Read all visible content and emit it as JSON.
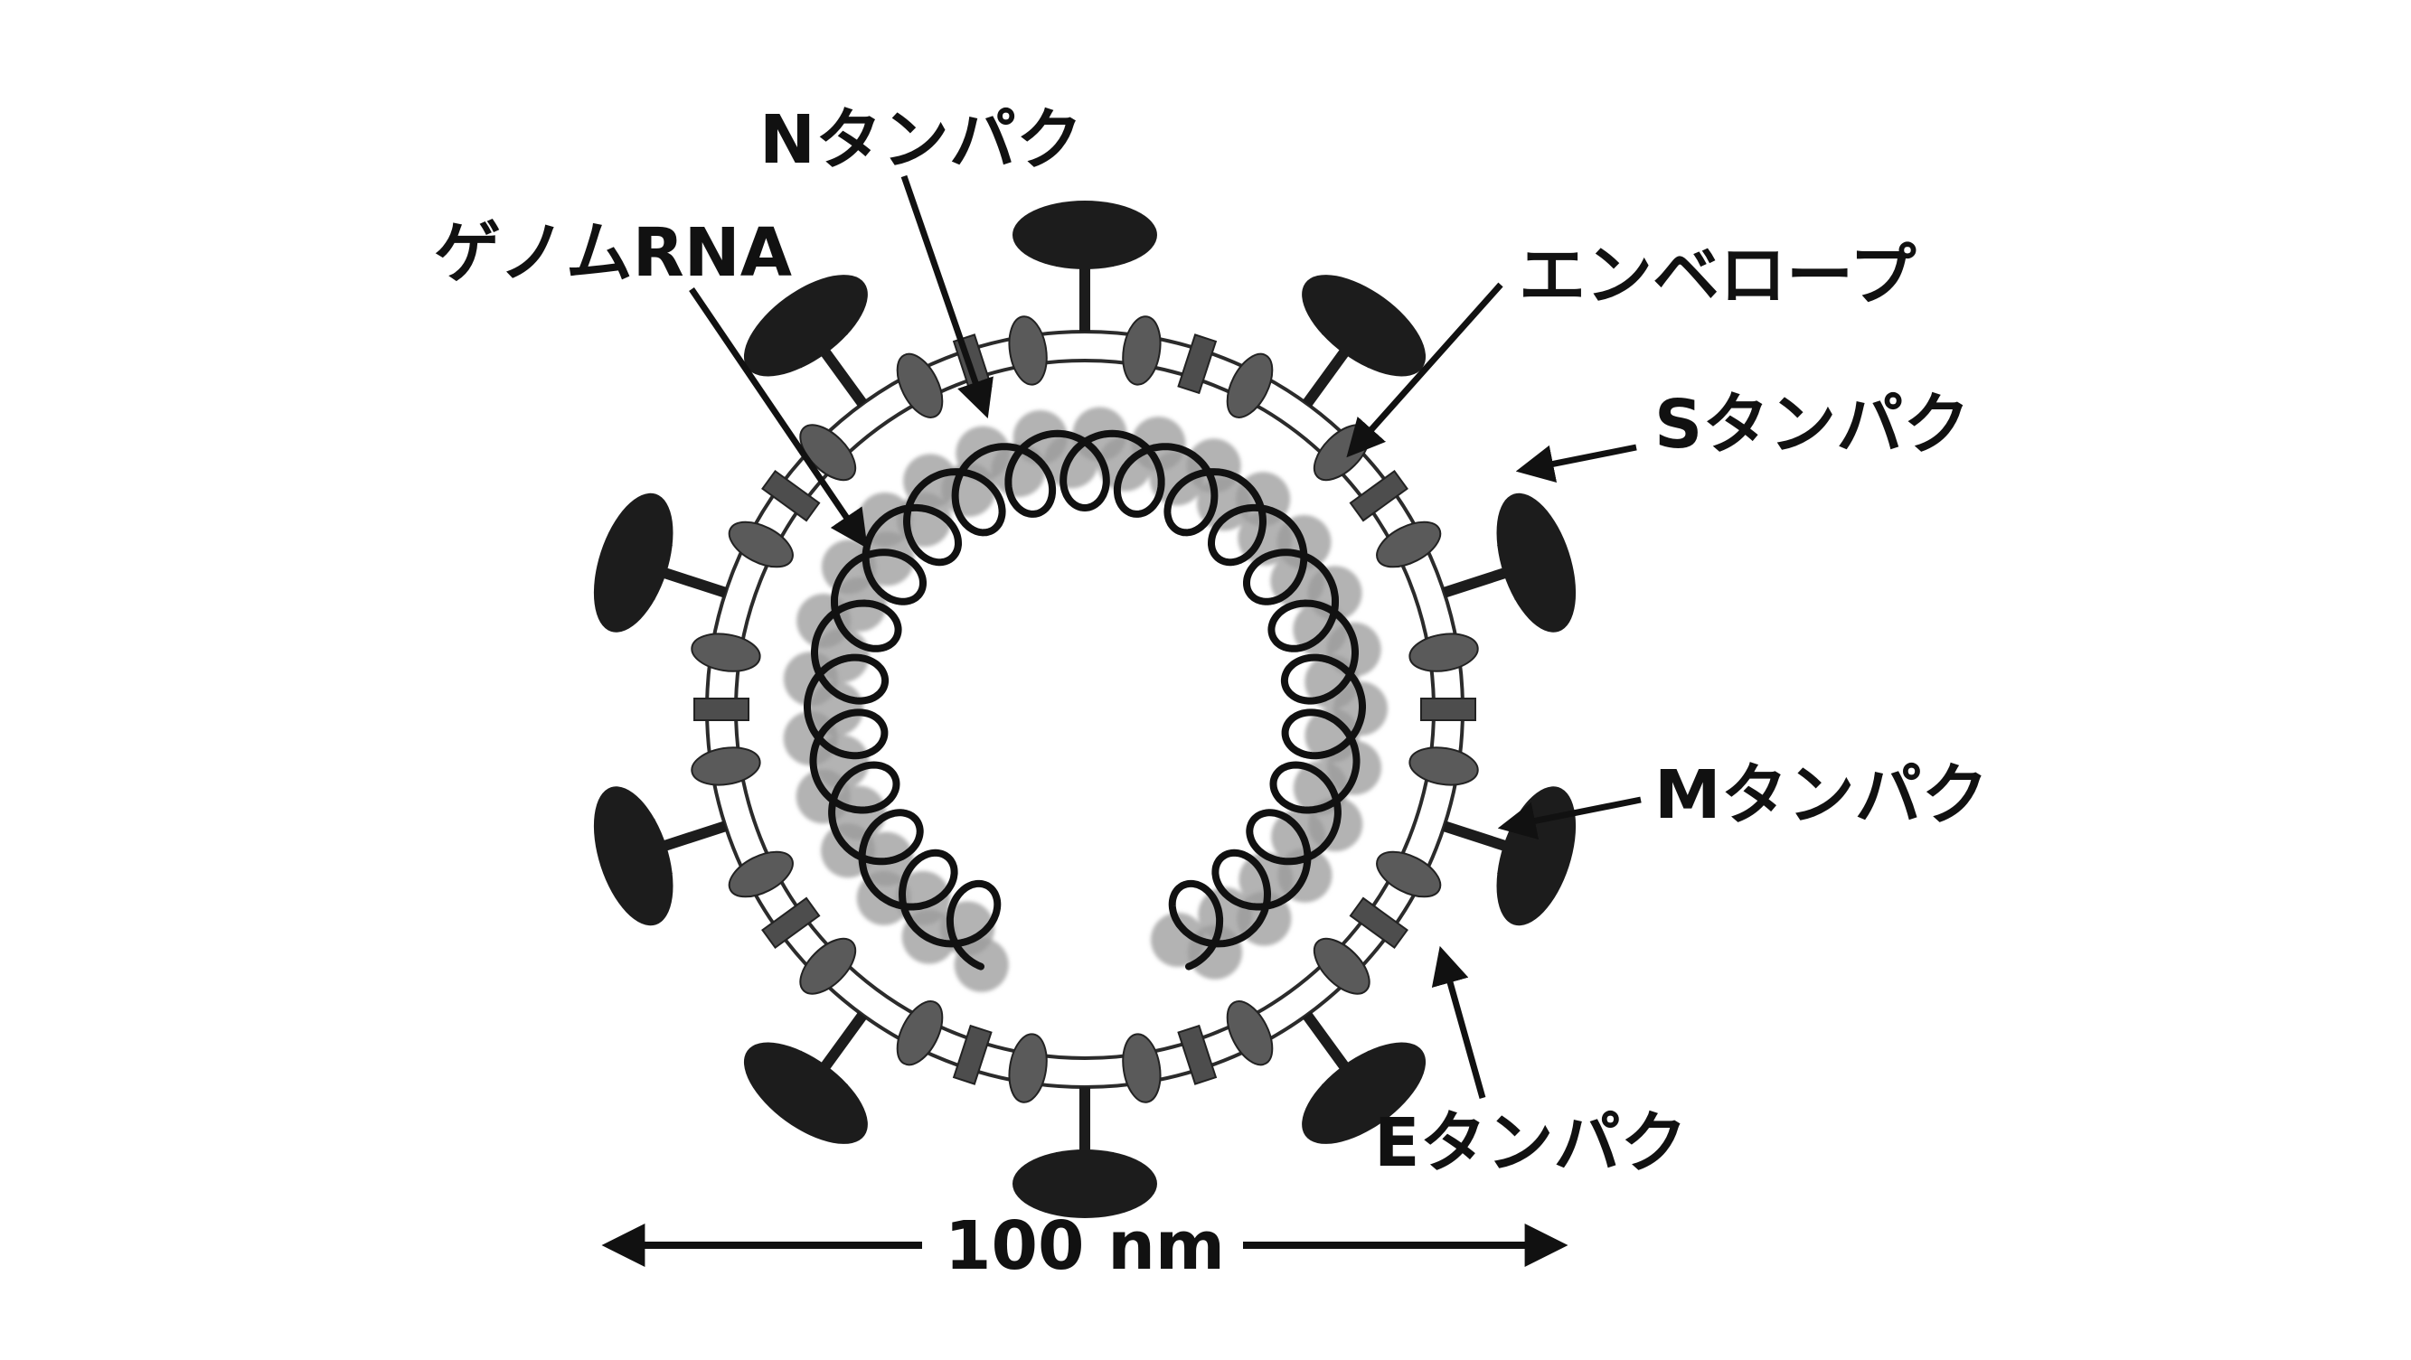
{
  "labels": {
    "n_protein": "Nタンパク",
    "genome_rna": "ゲノムRNA",
    "envelope": "エンベロープ",
    "s_protein": "Sタンパク",
    "m_protein": "Mタンパク",
    "e_protein": "Eタンパク"
  },
  "scale": {
    "label": "100 nm"
  },
  "colors": {
    "ink": "#111111",
    "spike": "#1c1c1c",
    "m_protein": "#5a5a5a",
    "e_protein": "#4d4d4d",
    "n_protein": "#9a9a9a",
    "membrane": "#2b2b2b"
  }
}
